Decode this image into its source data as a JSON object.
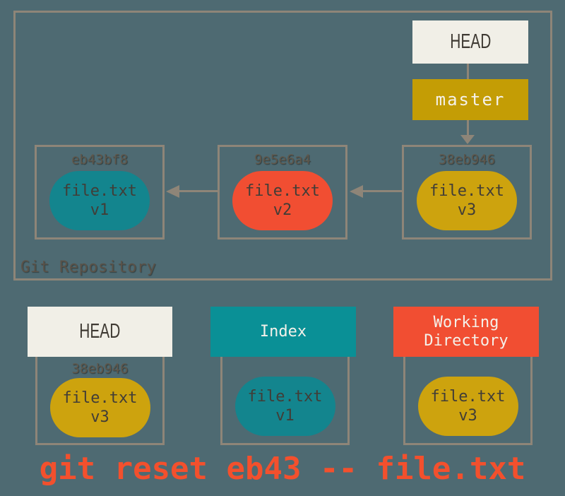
{
  "palette": {
    "background": "#4e6a72",
    "frame_and_arrows": "#8e8578",
    "cream": "#f1efe7",
    "gold_branch": "#c49d05",
    "gold_blob": "#cda30e",
    "teal_header": "#0a9096",
    "teal_blob": "#13858e",
    "red": "#f14e32",
    "dark_text": "#3f3a33",
    "hash_text": "#5f574b",
    "command_text": "#f3502d"
  },
  "repository": {
    "label": "Git Repository",
    "head_pointer": "HEAD",
    "branch": "master",
    "commits": [
      {
        "hash": "eb43bf8",
        "file": "file.txt",
        "version": "v1"
      },
      {
        "hash": "9e5e6a4",
        "file": "file.txt",
        "version": "v2"
      },
      {
        "hash": "38eb946",
        "file": "file.txt",
        "version": "v3"
      }
    ]
  },
  "trees": [
    {
      "title": "HEAD",
      "hash": "38eb946",
      "file": "file.txt",
      "version": "v3"
    },
    {
      "title": "Index",
      "file": "file.txt",
      "version": "v1"
    },
    {
      "title": "Working Directory",
      "file": "file.txt",
      "version": "v3"
    }
  ],
  "command": "git reset eb43 -- file.txt"
}
